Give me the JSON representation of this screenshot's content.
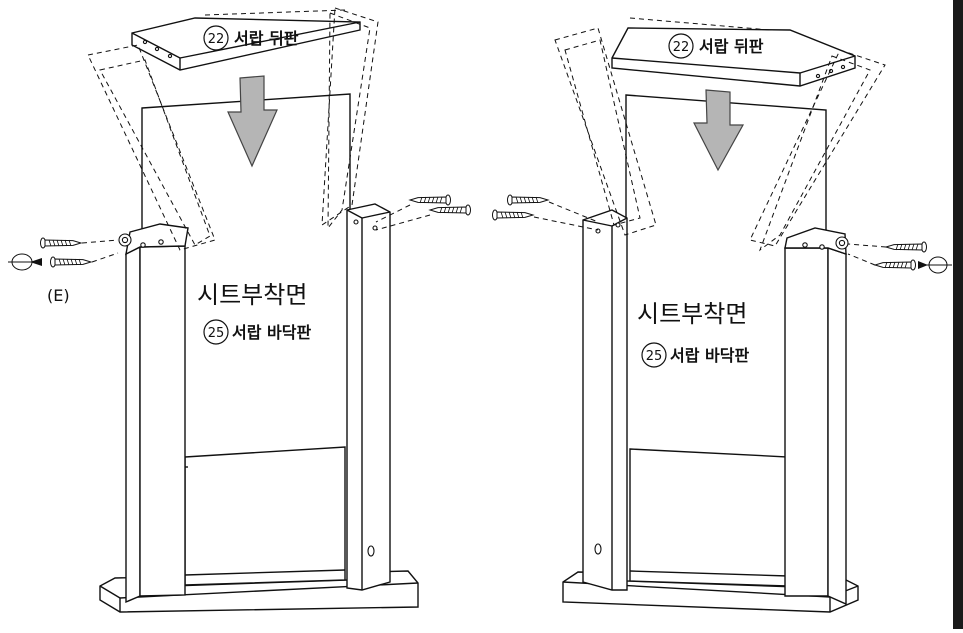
{
  "labels": {
    "drawer_back_num": "22",
    "drawer_back_text": "서랍 뒤판",
    "drawer_bottom_num": "25",
    "drawer_bottom_text": "서랍 바닥판",
    "seat_side": "시트부착면",
    "step_label": "(E)"
  },
  "colors": {
    "line": "#111111",
    "arrow_fill": "#b5b5b5",
    "right_border": "#1a1a1a"
  },
  "icons": [
    "screw-icon",
    "screwdriver-rotation-icon",
    "down-arrow-icon"
  ]
}
